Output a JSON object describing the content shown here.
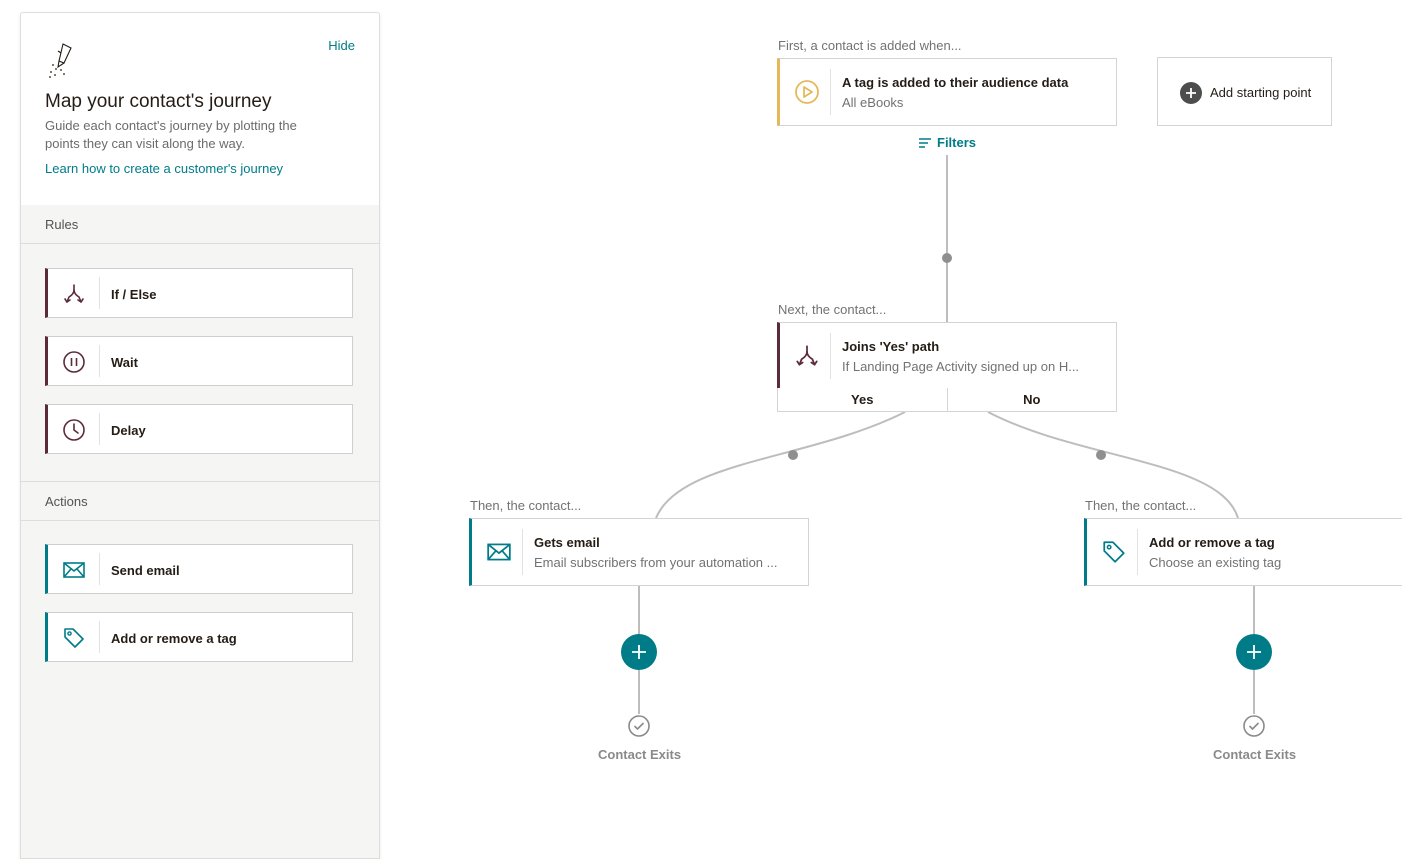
{
  "sidebar": {
    "hide_label": "Hide",
    "title": "Map your contact's journey",
    "description": "Guide each contact's journey by plotting the points they can visit along the way.",
    "learn_link": "Learn how to create a customer's journey",
    "rules_header": "Rules",
    "rules": [
      {
        "label": "If / Else",
        "icon": "split-arrows-icon"
      },
      {
        "label": "Wait",
        "icon": "pause-icon"
      },
      {
        "label": "Delay",
        "icon": "clock-icon"
      }
    ],
    "actions_header": "Actions",
    "actions": [
      {
        "label": "Send email",
        "icon": "envelope-icon"
      },
      {
        "label": "Add or remove a tag",
        "icon": "tag-icon"
      }
    ]
  },
  "journey": {
    "starting_caption": "First, a contact is added when...",
    "trigger": {
      "title": "A tag is added to their audience data",
      "subtitle": "All eBooks",
      "icon": "play-icon"
    },
    "filters_label": "Filters",
    "add_starting_point": "Add starting point",
    "next_caption": "Next, the contact...",
    "rule_node": {
      "title": "Joins 'Yes' path",
      "subtitle": "If Landing Page Activity signed up on H...",
      "icon": "split-arrows-icon"
    },
    "branches": {
      "yes": "Yes",
      "no": "No"
    },
    "left_caption": "Then, the contact...",
    "left_action": {
      "title": "Gets email",
      "subtitle": "Email subscribers from your automation ...",
      "icon": "envelope-icon"
    },
    "right_caption": "Then, the contact...",
    "right_action": {
      "title": "Add or remove a tag",
      "subtitle": "Choose an existing tag",
      "icon": "tag-icon"
    },
    "exit_label_left": "Contact Exits",
    "exit_label_right": "Contact Exits"
  },
  "colors": {
    "teal": "#007c89",
    "plum": "#5c2b3b",
    "trigger_gold": "#e5b85a",
    "connector": "#bdbdbd"
  }
}
